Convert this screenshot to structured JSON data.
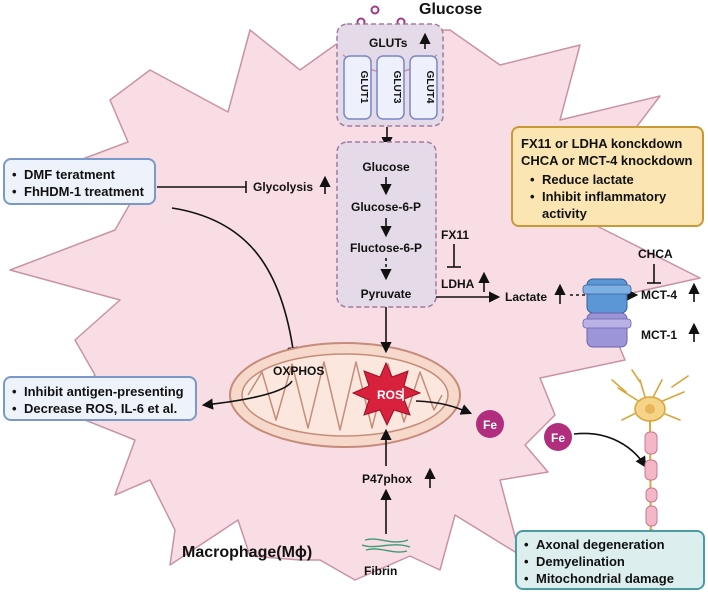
{
  "title": "Glucose",
  "cell_label": "Macrophage(Mϕ)",
  "transporters": {
    "group_label": "GLUTs",
    "items": [
      "GLUT1",
      "GLUT3",
      "GLUT4"
    ]
  },
  "pathway": [
    "Glucose",
    "Glucose-6-P",
    "Fluctose-6-P",
    "Pyruvate"
  ],
  "labels": {
    "glycolysis": "Glycolysis",
    "oxphos": "OXPHOS",
    "ros": "ROS",
    "fe": "Fe",
    "p47phox": "P47phox",
    "fibrin": "Fibrin",
    "fx11": "FX11",
    "ldha": "LDHA",
    "lactate": "Lactate",
    "chca": "CHCA",
    "mct4": "MCT-4",
    "mct1": "MCT-1"
  },
  "boxes": {
    "treatment": [
      "DMF teratment",
      "FhHDM-1 treatment"
    ],
    "antigen": [
      "Inhibit antigen-presenting",
      "Decrease ROS,  IL-6 et al."
    ],
    "lactate": {
      "heading_1": "FX11 or LDHA konckdown",
      "heading_2": "CHCA or MCT-4 knockdown",
      "items": [
        "Reduce lactate",
        "Inhibit inflammatory activity"
      ]
    },
    "neuron": [
      "Axonal degeneration",
      "Demyelination",
      "Mitochondrial damage"
    ]
  },
  "colors": {
    "cell_fill": "#f8dde4",
    "cell_stroke": "#c993a6",
    "pathway_box": "#e5dbe8",
    "mito_fill": "#f7d9cc",
    "ros_fill": "#d8213c",
    "fe_fill": "#b02e7d",
    "transporter_blue": "#5b97d6",
    "transporter_purple": "#9c95d8",
    "neuron_body": "#f5d48a"
  }
}
